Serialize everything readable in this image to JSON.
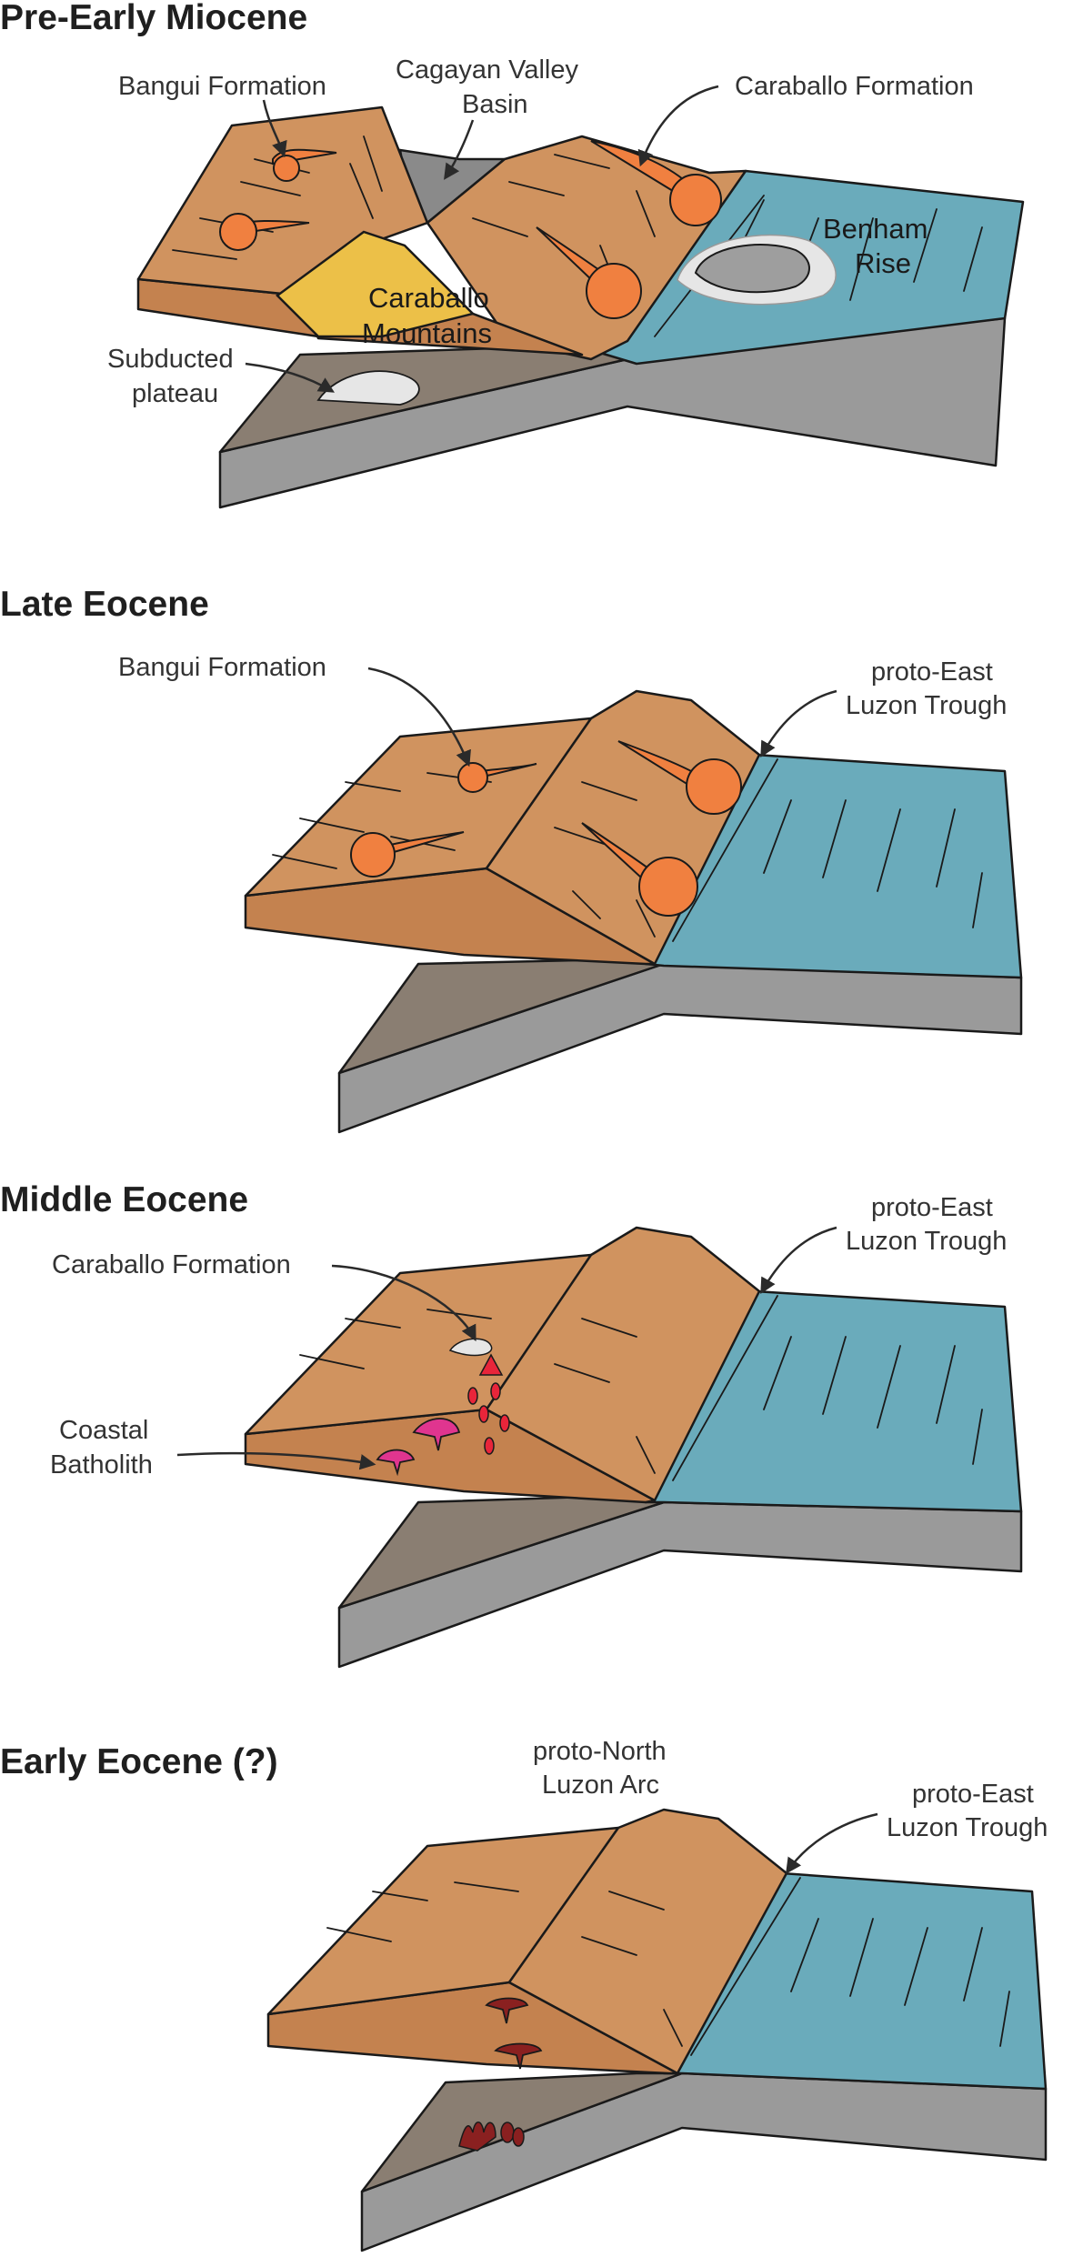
{
  "panels": [
    {
      "title": "Pre-Early Miocene",
      "labels": {
        "bangui": "Bangui Formation",
        "cagayan_1": "Cagayan Valley",
        "cagayan_2": "Basin",
        "caraballo_fm": "Caraballo Formation",
        "benham_1": "Benham",
        "benham_2": "Rise",
        "mountains_1": "Caraballo",
        "mountains_2": "Mountains",
        "plateau_1": "Subducted",
        "plateau_2": "plateau"
      }
    },
    {
      "title": "Late Eocene",
      "labels": {
        "bangui": "Bangui Formation",
        "trough_1": "proto-East",
        "trough_2": "Luzon Trough"
      }
    },
    {
      "title": "Middle Eocene",
      "labels": {
        "caraballo_fm": "Caraballo Formation",
        "trough_1": "proto-East",
        "trough_2": "Luzon Trough",
        "batholith_1": "Coastal",
        "batholith_2": "Batholith"
      }
    },
    {
      "title": "Early Eocene (?)",
      "labels": {
        "arc_1": "proto-North",
        "arc_2": "Luzon Arc",
        "trough_1": "proto-East",
        "trough_2": "Luzon Trough"
      }
    }
  ],
  "colors": {
    "crust": "#d0935f",
    "ocean": "#6aabbb",
    "slab": "#9a9a9a",
    "fan": "#f08040",
    "basin": "#8a8a8a",
    "mountains": "#ecc048",
    "plateau": "#e6e6e6",
    "batholith": "#e0358f",
    "volcano": "#e8253a",
    "early_intrusion": "#8a2020"
  }
}
